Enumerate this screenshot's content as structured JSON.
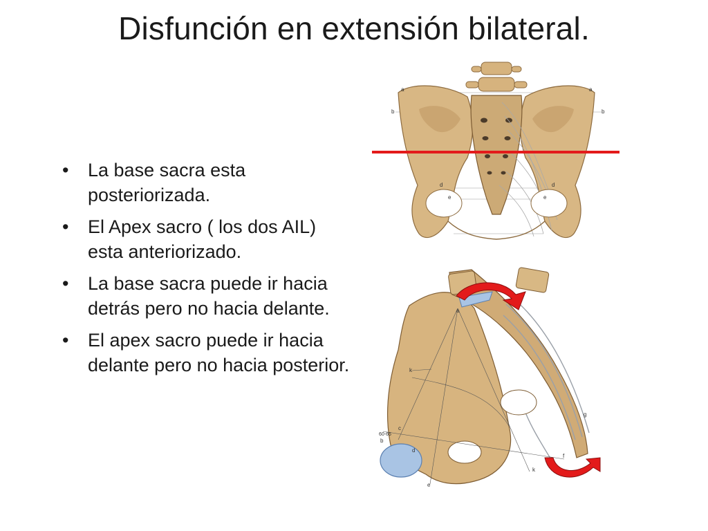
{
  "slide": {
    "title": "Disfunción en extensión bilateral.",
    "bullets": [
      "La base sacra esta posteriorizada.",
      "El Apex sacro ( los dos AIL) esta anteriorizado.",
      "La base sacra puede ir hacia detrás pero no hacia delante.",
      "El apex sacro puede ir hacia delante pero no hacia posterior."
    ],
    "bullet_glyph": "•"
  },
  "figure_top": {
    "letters": [
      "a",
      "b",
      "a",
      "b",
      "d",
      "d",
      "e",
      "e"
    ]
  },
  "figure_bottom": {
    "letters": [
      "a",
      "k",
      "b",
      "c",
      "d",
      "e",
      "f",
      "g",
      "k"
    ],
    "angle_label": "60-65"
  },
  "colors": {
    "bone": "#d9b98a",
    "bone_shadow": "#b8925e",
    "cartilage": "#a9c4e4",
    "marker_red": "#e31b1b",
    "text": "#1a1a1a"
  },
  "icons": {
    "top_figure": "pelvis-posterior-view-illustration",
    "bottom_figure": "pelvis-sagittal-view-illustration",
    "arrows": "curved-rotation-arrow-icon"
  }
}
